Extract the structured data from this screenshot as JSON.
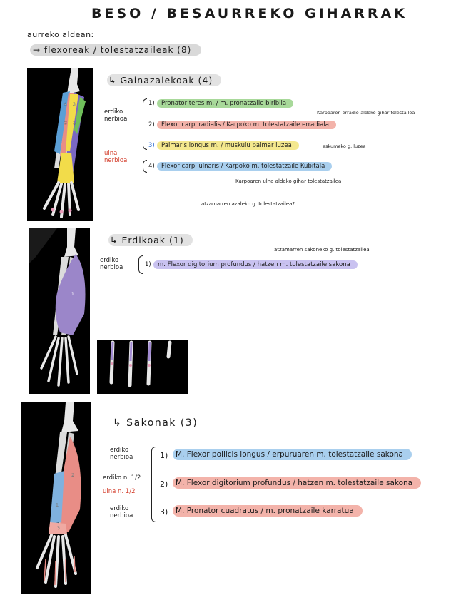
{
  "title": "BESO / BESAURREKO GIHARRAK",
  "subtitle": "aurreko aldean:",
  "section": "→ flexoreak / tolestatzaileak (8)",
  "group1": {
    "header": "↳ Gainazalekoak (4)",
    "nerve_a": [
      "erdiko",
      "nerbioa"
    ],
    "nerve_b": [
      "ulna",
      "nerbioa"
    ],
    "items": [
      {
        "num": "1)",
        "text": "Pronator teres m. / m. pronatzaile biribila",
        "color": "green"
      },
      {
        "num": "2)",
        "text": "Flexor carpi radialis / Karpoko m. tolestatzaile erradiala",
        "color": "red"
      },
      {
        "num": "3)",
        "text": "Palmaris longus m. / muskulu palmar luzea",
        "color": "yellow"
      },
      {
        "num": "4)",
        "text": "Flexor carpi ulnaris / Karpoko m. tolestatzaile Kubitala",
        "color": "blue"
      }
    ],
    "note1": "Karpoaren erradio-aldeko gihar tolestailea",
    "note2": "eskumeko g. luzea",
    "note3": "Karpoaren ulna aldeko gihar tolestatzailea",
    "note4": "atzamarren azaleko g. tolestatzailea?"
  },
  "group2": {
    "header": "↳ Erdikoak (1)",
    "nerve": [
      "erdiko",
      "nerbioa"
    ],
    "note": "atzamarren sakoneko g. tolestatzailea",
    "items": [
      {
        "num": "1)",
        "text": "m. Flexor digitorium profundus / hatzen m. tolestatzaile sakona",
        "color": "purple"
      }
    ]
  },
  "group3": {
    "header": "↳ Sakonak (3)",
    "nerve_a": [
      "erdiko",
      "nerbioa"
    ],
    "nerve_b1": "erdiko n. 1/2",
    "nerve_b2": "ulna n. 1/2",
    "nerve_c": [
      "erdiko",
      "nerbioa"
    ],
    "items": [
      {
        "num": "1)",
        "text": "M. Flexor pollicis longus / erpuruaren m. tolestatzaile sakona",
        "color": "blue"
      },
      {
        "num": "2)",
        "text": "M. Flexor digitorium profundus / hatzen m. tolestatzaile sakona",
        "color": "red"
      },
      {
        "num": "3)",
        "text": "M. Pronator cuadratus / m. pronatzaile karratua",
        "color": "red"
      }
    ]
  },
  "image_labels": {
    "img1": [
      "4",
      "3",
      "2",
      "1"
    ],
    "img2": [
      "1"
    ],
    "img3": [
      "1",
      "2",
      "3"
    ]
  },
  "colors": {
    "green": "#a8d99a",
    "red": "#f3b3aa",
    "yellow": "#f4e88e",
    "blue": "#a9cfee",
    "purple": "#c9c2f0",
    "nerve_red": "#d33c2a",
    "bone": "#e8e8e8"
  }
}
